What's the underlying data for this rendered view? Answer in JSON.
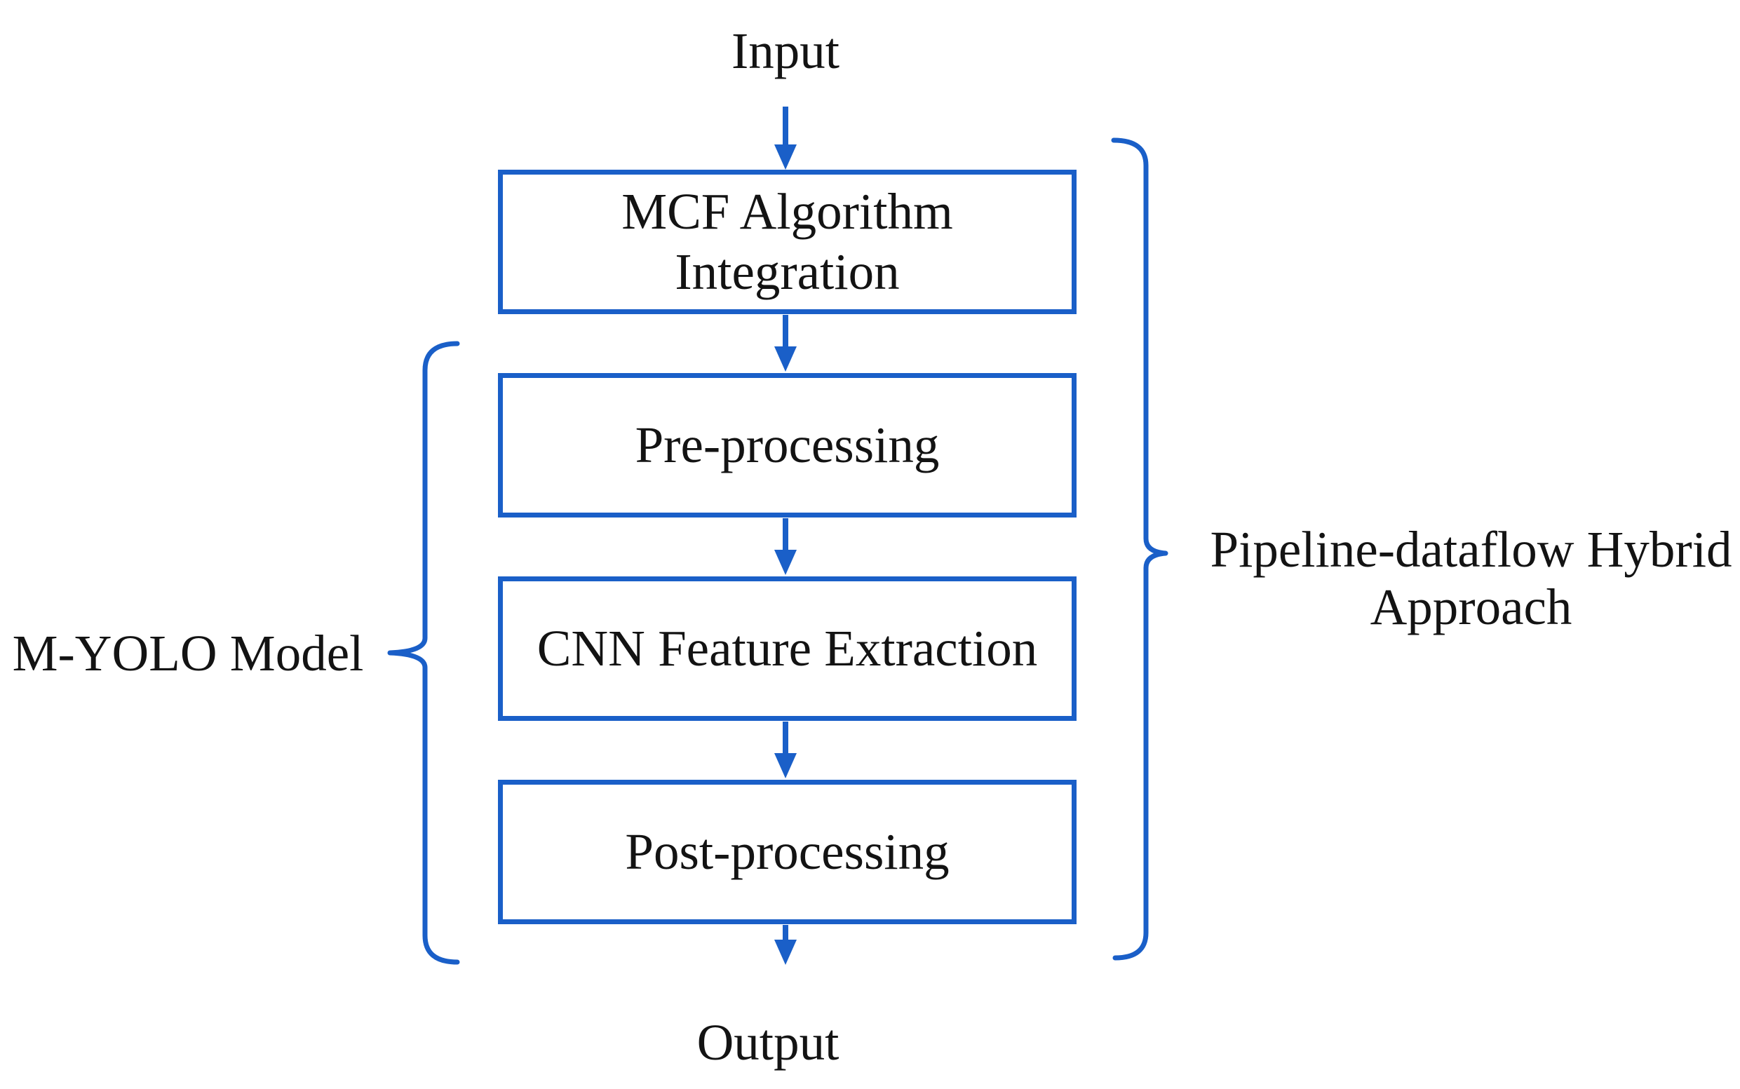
{
  "diagram": {
    "input_label": "Input",
    "output_label": "Output",
    "boxes": [
      {
        "name": "mcf-algorithm-integration",
        "lines": [
          "MCF Algorithm",
          "Integration"
        ]
      },
      {
        "name": "pre-processing",
        "lines": [
          "Pre-processing"
        ]
      },
      {
        "name": "cnn-feature-extraction",
        "lines": [
          "CNN Feature Extraction"
        ]
      },
      {
        "name": "post-processing",
        "lines": [
          "Post-processing"
        ]
      }
    ],
    "left_bracket_label": "M-YOLO Model",
    "right_bracket_label_lines": [
      "Pipeline-dataflow Hybrid",
      "Approach"
    ],
    "colors": {
      "accent_blue": "#1A5FC8",
      "text_black": "#131313",
      "background": "#FFFFFF"
    }
  }
}
